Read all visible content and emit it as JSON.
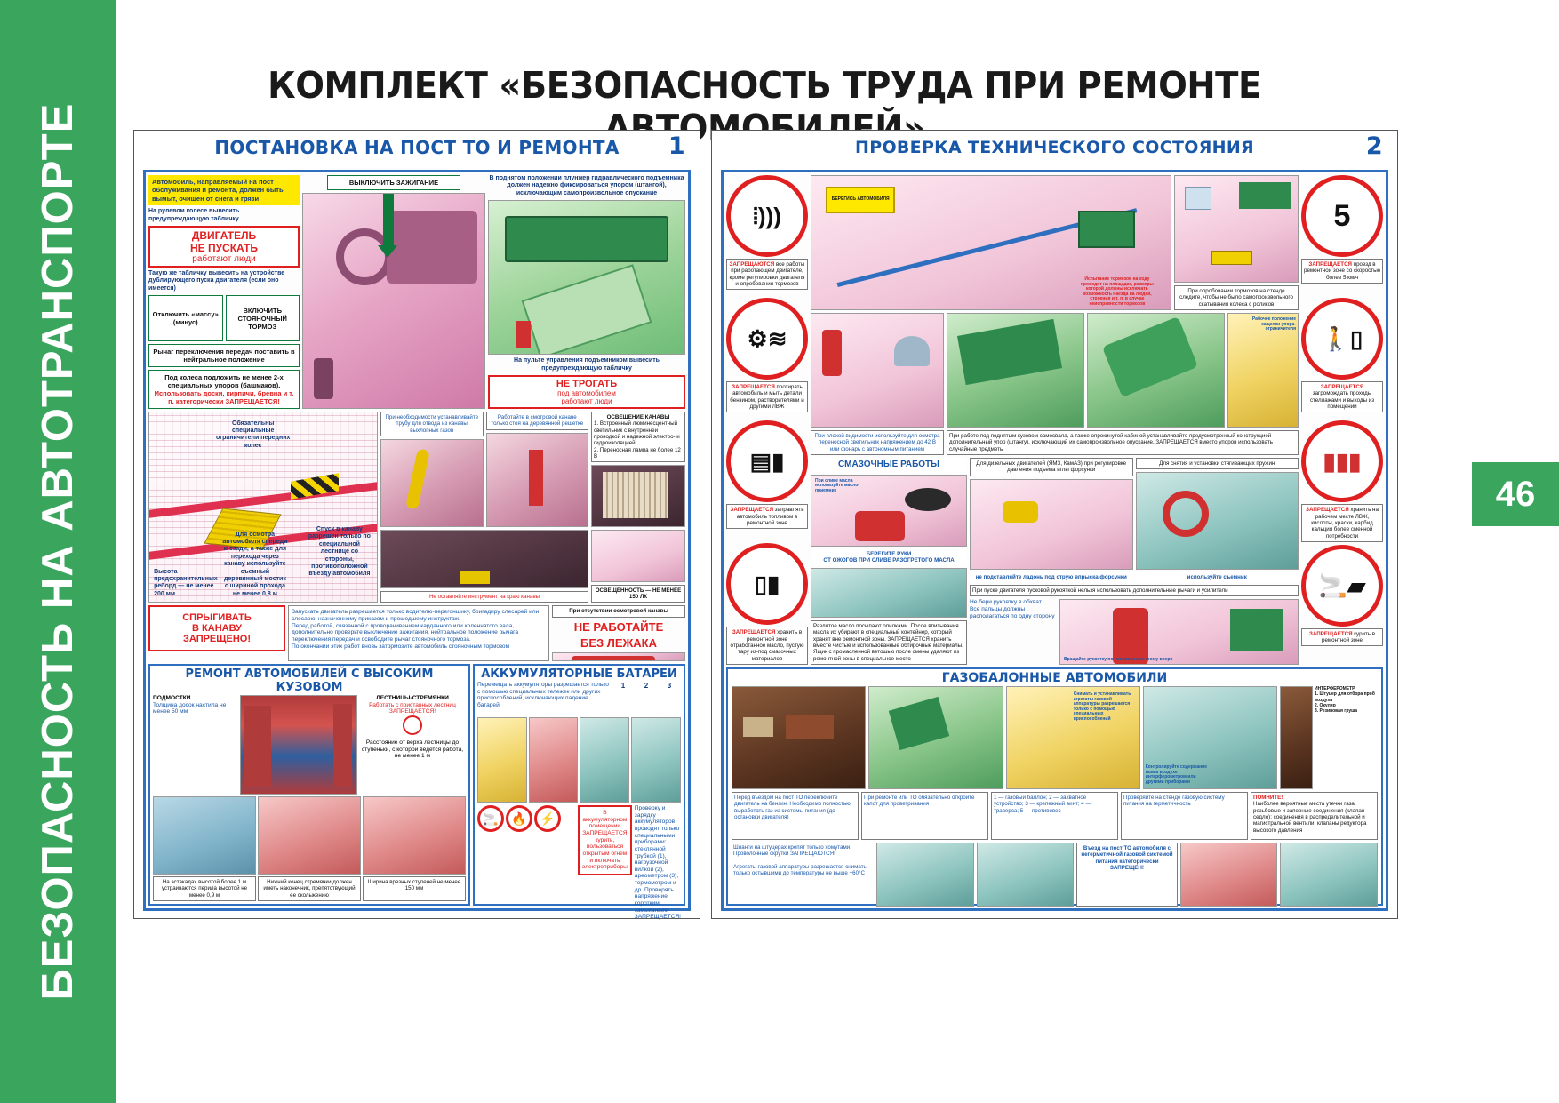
{
  "spine": {
    "label": "БЕЗОПАСНОСТЬ НА АВТОТРАНСПОРТЕ",
    "color": "#3aa55d"
  },
  "page_badge": {
    "number": "46",
    "color": "#3aa55d"
  },
  "main_title": "КОМПЛЕКТ «БЕЗОПАСНОСТЬ ТРУДА ПРИ РЕМОНТЕ АВТОМОБИЛЕЙ»",
  "posters": [
    {
      "number": "1",
      "title": "ПОСТАНОВКА НА ПОСТ ТО И РЕМОНТА",
      "blocks": {
        "yellow_note": "Автомобиль, направляемый на пост обслуживания и ремонта, должен быть вымыт, очищен от снега и грязи",
        "steering_note": "На рулевом колесе вывесить предупреждающую табличку",
        "sign_engine_1": "ДВИГАТЕЛЬ",
        "sign_engine_2": "НЕ ПУСКАТЬ",
        "sign_engine_3": "работают люди",
        "dup_note": "Такую же табличку вывесить на устройстве дублирующего пуска двигателя (если оно имеется)",
        "mass_off": "Отключить «массу» (минус)",
        "park_brake": "ВКЛЮЧИТЬ СТОЯНОЧНЫЙ ТОРМОЗ",
        "neutral": "Рычаг переключения передач поставить в нейтральное положение",
        "chocks_1": "Под колеса подложить не менее 2-х специальных упоров (башмаков).",
        "chocks_2": "Использовать доски, кирпичи, бревна и т. п. категорически ЗАПРЕЩАЕТСЯ!",
        "ignition_off": "ВЫКЛЮЧИТЬ ЗАЖИГАНИЕ",
        "hoist_note": "В поднятом положении плунжер гидравлического подъемника должен надежно фиксироваться упором (штангой), исключающим самопроизвольное опускание",
        "control_panel_note": "На пульте управления подъемником вывесить предупреждающую табличку",
        "donottouch_1": "НЕ ТРОГАТЬ",
        "donottouch_2": "под автомобилем",
        "donottouch_3": "работают люди",
        "wheel_stops": "Обязательны специальные ограничители передних колес",
        "inspect_note": "Для осмотра автомобиля спереди и сзади, а также для перехода через канаву используйте съемный деревянный мостик с шириной прохода не менее 0,8 м",
        "ledge_height": "Высота предохранительных реборд — не менее 200 мм",
        "descent_note": "Спуск в канаву разрешен только по специальной лестнице со стороны, противоположной въезду автомобиля",
        "nojump_1": "СПРЫГИВАТЬ",
        "nojump_2": "В КАНАВУ",
        "nojump_3": "ЗАПРЕЩЕНО!",
        "exhaust_pipe": "При необходимости устанавливайте трубу для отвода из канавы выхлопных газов",
        "grate_note": "Работайте в смотровой канаве только стоя на деревянной решетке",
        "no_tools": "Не оставляйте инструмент на краю канавы",
        "light_title": "ОСВЕЩЕНИЕ КАНАВЫ",
        "light_1": "1. Встроенный люминесцентный светильник с внутренней проводкой и надежной электро- и гидроизоляцией",
        "light_2": "2. Переносная лампа не более 12 В",
        "lux": "ОСВЕЩЕННОСТЬ — НЕ МЕНЕЕ 150 ЛК",
        "start_rules": "Запускать двигатель разрешается только водителю-перегонщику, бригадиру слесарей или слесарю, назначенному приказом и прошедшему инструктаж.",
        "start_rules_2": "Перед работой, связанной с проворачиванием карданного или коленчатого вала, дополнительно проверьте выключение зажигания, нейтральное положение рычага переключения передач и освободите рычаг стояночного тормоза.",
        "start_rules_3": "По окончании этих работ вновь затормозите автомобиль стояночным тормозом",
        "nopit_title": "При отсутствии осмотровой канавы",
        "nopit_1": "НЕ РАБОТАЙТЕ",
        "nopit_2": "БЕЗ ЛЕЖАКА"
      },
      "sections": [
        {
          "title": "РЕМОНТ АВТОМОБИЛЕЙ С ВЫСОКИМ КУЗОВОМ",
          "items": {
            "scaffold_label": "ПОДМОСТКИ",
            "board_thickness": "Толщина досок настила не менее 50 мм",
            "ladders_label": "ЛЕСТНИЦЫ-СТРЕМЯНКИ",
            "ladders_warn": "Работать с приставных лестниц ЗАПРЕЩАЕТСЯ!",
            "ladder_dim": "1 м",
            "ladder_note": "Расстояние от верха лестницы до ступеньки, с которой ведется работа, не менее 1 м",
            "cap1": "На эстакадах высотой более 1 м устраиваются перила высотой не менее 0,9 м",
            "cap2": "Нижний конец стремянки должен иметь наконечник, препятствующий ее скольжению",
            "cap3": "Ширина врезных ступеней не менее 150 мм"
          }
        },
        {
          "title": "АККУМУЛЯТОРНЫЕ БАТАРЕИ",
          "items": {
            "move_note": "Перемещать аккумуляторы разрешается только с помощью специальных тележек или других приспособлений, исключающих падение батарей",
            "num1": "1",
            "num2": "2",
            "num3": "3",
            "forbid_note": "В аккумуляторном помещении ЗАПРЕЩАЕТСЯ курить, пользоваться открытым огнем и включать электроприборы",
            "check_note": "Проверку и зарядку аккумуляторов проводят только специальными приборами: стеклянной трубкой (1), нагрузочной вилкой (2), ареометром (3), термометром и др. Проверять напряжение коротким замыканием ЗАПРЕЩАЕТСЯ!"
          }
        }
      ]
    },
    {
      "number": "2",
      "title": "ПРОВЕРКА ТЕХНИЧЕСКОГО СОСТОЯНИЯ",
      "signs": [
        {
          "name": "no-work-engine-running-sign",
          "glyph": "((( )",
          "caption_red": "ЗАПРЕЩАЮТСЯ",
          "caption": "все работы при работающем двигателе, кроме регулировки двигателя и опробования тормозов"
        },
        {
          "name": "no-wipe-with-petrol-sign",
          "glyph": "⚙︎≋",
          "caption_red": "ЗАПРЕЩАЕТСЯ",
          "caption": "протирать автомобиль и мыть детали бензином, растворителями и другими ЛВЖ"
        },
        {
          "name": "no-refuel-in-repair-zone-sign",
          "glyph": "🚌⛽",
          "caption_red": "ЗАПРЕЩАЕТСЯ",
          "caption": "заправлять автомобиль топливом в ремонтной зоне"
        },
        {
          "name": "no-store-waste-oil-sign",
          "glyph": "🛢🍶",
          "caption_red": "ЗАПРЕЩАЕТСЯ",
          "caption": "хранить в ремонтной зоне отработанное масло, пустую тару из-под смазочных материалов"
        },
        {
          "name": "speed-limit-5-sign",
          "glyph": "5",
          "caption_red": "ЗАПРЕЩАЕТСЯ",
          "caption": "проезд в ремонтной зоне со скоростью более 5 км/ч"
        },
        {
          "name": "no-block-exits-sign",
          "glyph": "🚶🚪",
          "caption_red": "ЗАПРЕЩАЕТСЯ",
          "caption": "загромождать проходы стеллажами и выходы из помещений"
        },
        {
          "name": "no-store-flammables-sign",
          "glyph": "🧯🧯",
          "caption_red": "ЗАПРЕЩАЕТСЯ",
          "caption": "хранить на рабочем месте ЛВЖ, кислоты, краски, карбид кальция более сменной потребности"
        },
        {
          "name": "no-smoking-sign",
          "glyph": "🚬🚚",
          "caption_red": "ЗАПРЕЩАЕТСЯ",
          "caption": "курить в ремонтной зоне"
        }
      ],
      "blocks": {
        "beware_vehicle": "БЕРЕГИСЬ АВТОМОБИЛЯ",
        "brake_test_note": "Испытание тормозов на ходу проводят на площадке, размеры которой должны исключать возможность наезда на людей, строения и т. п. в случае неисправности тормозов",
        "brake_stand_note": "При опробовании тормозов на стенде следите, чтобы не было самопроизвольного скатывания колеса с роликов",
        "lamp_note": "При плохой видимости используйте для осмотра переносной светильник напряжением до 42 В или фонарь с автономным питанием",
        "tipper_note": "При работе под поднятым кузовом самосвала, а также опрокинутой кабиной устанавливайте предусмотренный конструкцией дополнительный упор (штангу), исключающий их самопроизвольное опускание. ЗАПРЕЩАЕТСЯ вместо упоров использовать случайные предметы",
        "latch_note": "Рабочее положение защелки упора-ограничителя",
        "lubrication_title": "СМАЗОЧНЫЕ РАБОТЫ",
        "oil_drain_note": "При сливе масла используйте масло-приемник",
        "hands_note_1": "БЕРЕГИТЕ РУКИ",
        "hands_note_2": "ОТ ОЖОГОВ ПРИ СЛИВЕ РАЗОГРЕТОГО МАСЛА",
        "spilled_oil_note": "Разлитое масло посыпают опилками. После впитывания масла их убирают в специальный контейнер, который хранят вне ремонтной зоны. ЗАПРЕЩАЕТСЯ хранить вместе чистые и использованные обтирочные материалы. Ящик с промасленной ветошью после смены удаляют из ремонтной зоны в специальное место",
        "diesel_title": "Для дизельных двигателей (ЯМЗ, КамАЗ) при регулировке давления подъема иглы форсунки",
        "diesel_note": "не подставляйте ладонь под струю впрыска форсунки",
        "spring_title": "Для снятия и установки стягивающих пружин",
        "spring_note": "используйте съемник",
        "crank_warn": "При пуске двигателя пусковой рукояткой нельзя использовать дополнительные рычаги и усилители",
        "crank_note_1": "Не бери рукоятку в обхват.",
        "crank_note_2": "Все пальцы должны располагаться по одну сторону",
        "crank_note_3": "Вращайте рукоятку по направлению снизу вверх"
      },
      "sections": [
        {
          "title": "ГАЗОБАЛОННЫЕ АВТОМОБИЛИ",
          "items": {
            "numbers": [
              "1",
              "2",
              "3",
              "4",
              "5"
            ],
            "legend": "1 — газовый баллон; 2 — захватное устройство; 3 — крепежный винт; 4 — траверса; 5 — противовес",
            "switch_note": "Перед въездом на пост ТО переключите двигатель на бензин. Необходимо полностью выработать газ из системы питания (до остановки двигателя)",
            "hood_note": "При ремонте или ТО обязательно откройте капот для проветривания",
            "stand_note": "Проверяйте на стенде газовую систему питания на герметичность",
            "remember_title": "ПОМНИТЕ!",
            "remember_note": "Наиболее вероятные места утечки газа: резьбовые и запорные соединения (клапан-седло); соединения в распределительной и магистральной вентили; клапаны редуктора высокого давления",
            "hose_note": "Шланги на штуцерах крепят только хомутами. Проволочные скрутки ЗАПРЕЩАЮТСЯ!",
            "units_note": "Агрегаты газовой аппаратуры разрешается снимать только остывшими до температуры не выше +60°С",
            "entry_ban": "Въезд на пост ТО автомобиля с негерметичной газовой системой питания категорически ЗАПРЕЩЕН!",
            "remove_note": "Снимать и устанавливать агрегаты газовой аппаратуры разрешается только с помощью специальных приспособлений",
            "control_note": "Контролируйте содержание газа в воздухе интерферометром или другими приборами",
            "interferometer_title": "ИНТЕРФЕРОМЕТР",
            "interferometer_1": "1. Штуцер для отбора проб воздуха",
            "interferometer_2": "2. Окуляр",
            "interferometer_3": "3. Резиновая груша"
          }
        }
      ]
    }
  ]
}
